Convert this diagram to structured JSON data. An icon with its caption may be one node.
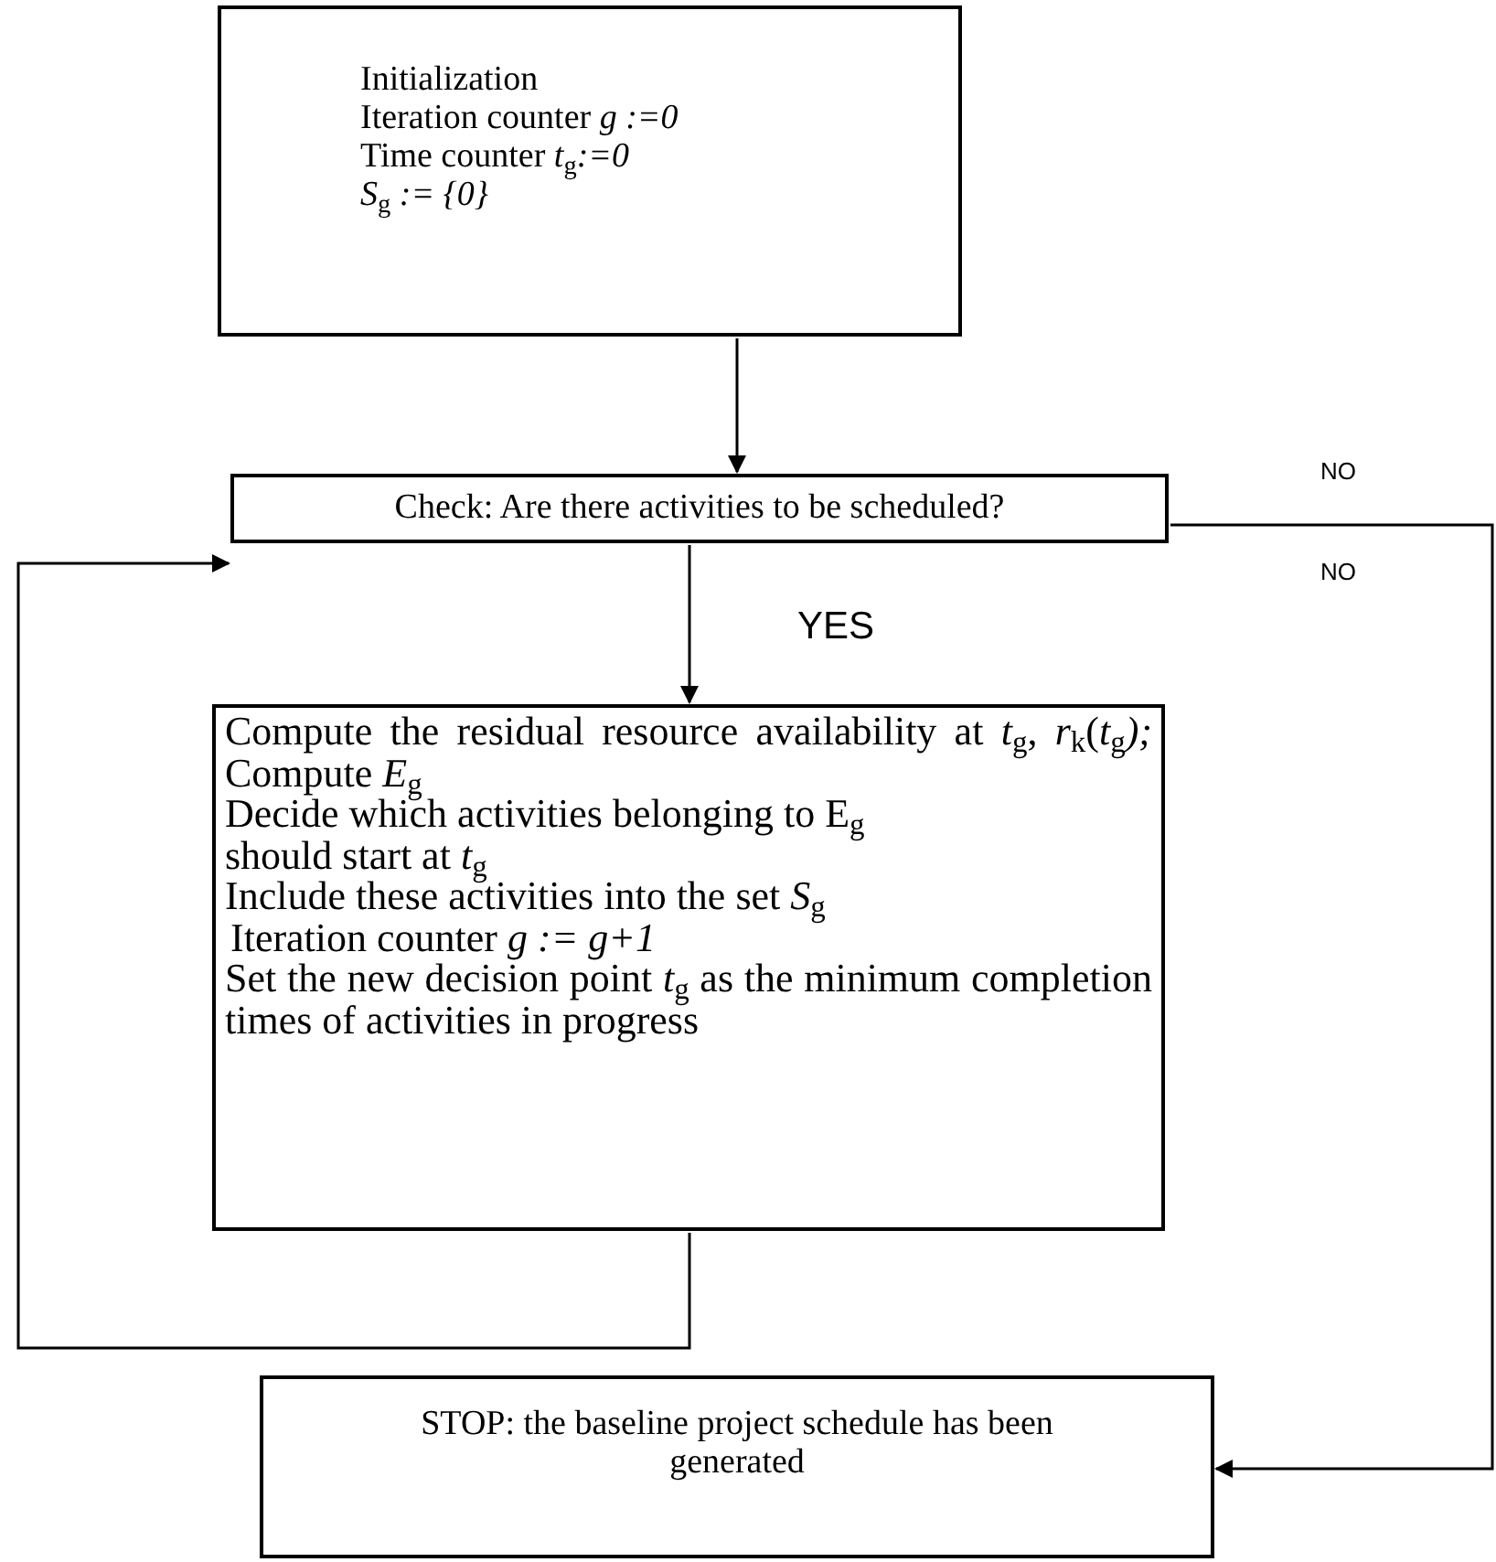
{
  "diagram": {
    "nodes": [
      {
        "text": [
          "Initialization",
          "Iteration counter *g :=0*",
          "Time counter *t*$_{g}$*:=0*",
          "*S*$_{g}$ *:= {0}*"
        ]
      },
      {
        "text": [
          "Check: Are there activities to be scheduled?"
        ]
      },
      {
        "text": [
          "Compute the residual resource availability at *t*$_{g}$, *r*$_{k}$(*t*$_{g}$*);* Compute *E*$_{g}$",
          "Decide which activities belonging to E$_{g}$",
          "should start at *t*$_{g}$",
          "Include these activities into the set *S*$_{g}$",
          "Iteration counter *g := g+1*",
          "Set the new decision point *t*$_{g}$ as the minimum completion times of activities in progress"
        ]
      },
      {
        "text": [
          "STOP: the baseline project schedule has been generated"
        ]
      }
    ],
    "edges": [
      {
        "from": 0,
        "to": 1,
        "arrow": "to"
      },
      {
        "from": 1,
        "to": 2,
        "arrow": "to",
        "label": "YES"
      },
      {
        "from": 2,
        "to": 1,
        "arrow": "to"
      },
      {
        "from": 1,
        "to": 3,
        "arrow": "to",
        "label": "NO"
      }
    ],
    "labels": [
      "NO"
    ]
  }
}
